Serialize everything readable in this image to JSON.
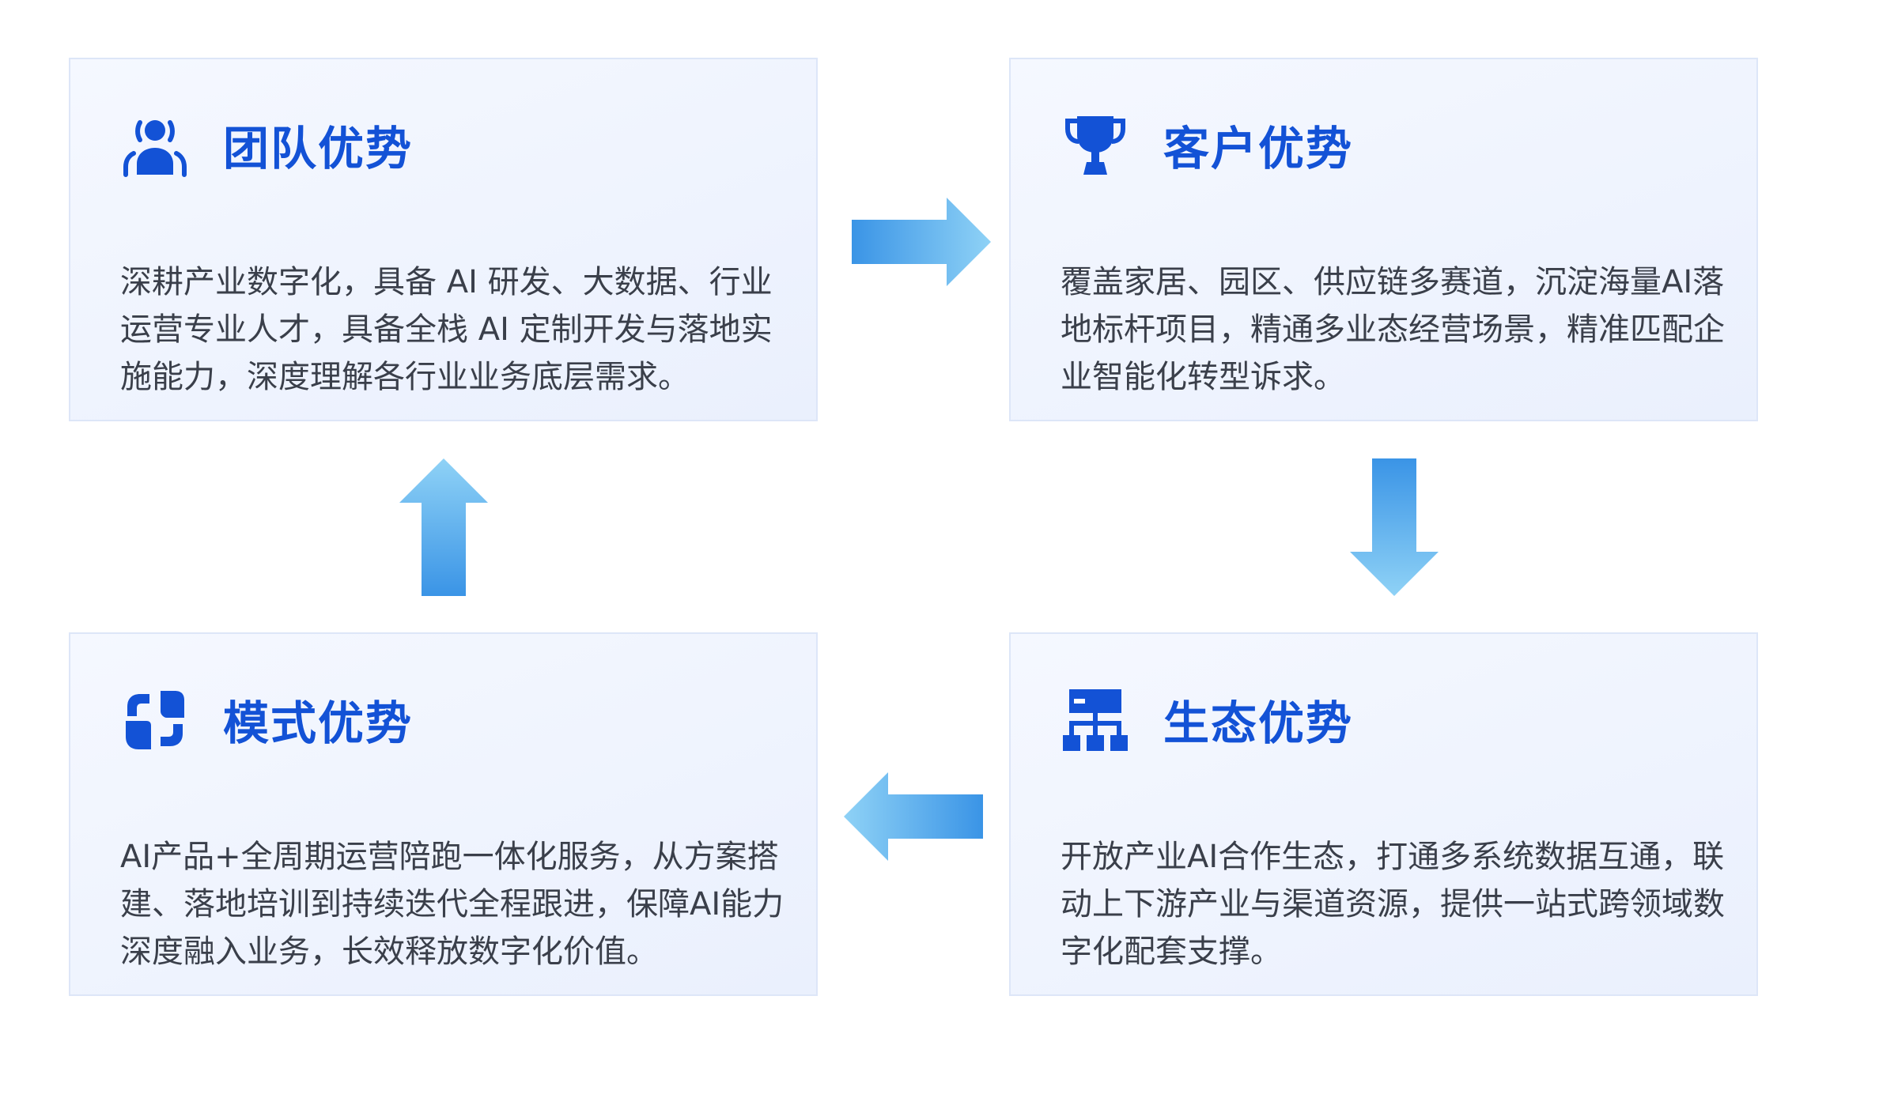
{
  "cards": {
    "team": {
      "icon": "team-user-icon",
      "title": "团队优势",
      "body": "深耕产业数字化，具备 AI 研发、大数据、行业运营专业人才，具备全栈 AI 定制开发与落地实施能力，深度理解各行业业务底层需求。"
    },
    "customer": {
      "icon": "trophy-icon",
      "title": "客户优势",
      "body": "覆盖家居、园区、供应链多赛道，沉淀海量AI落地标杆项目，精通多业态经营场景，精准匹配企业智能化转型诉求。"
    },
    "eco": {
      "icon": "org-structure-icon",
      "title": "生态优势",
      "body": "开放产业AI合作生态，打通多系统数据互通，联动上下游产业与渠道资源，提供一站式跨领域数字化配套支撑。"
    },
    "model": {
      "icon": "loop-model-icon",
      "title": "模式优势",
      "body": "AI产品+全周期运营陪跑一体化服务，从方案搭建、落地培训到持续迭代全程跟进，保障AI能力深度融入业务，长效释放数字化价值。"
    }
  },
  "colors": {
    "title": "#1352d6",
    "icon": "#1352d6",
    "arrow_start": "#8fd0f5",
    "arrow_end": "#2f8fe4",
    "body_text": "#3a3f4a",
    "card_bg": "#eef3fe"
  }
}
